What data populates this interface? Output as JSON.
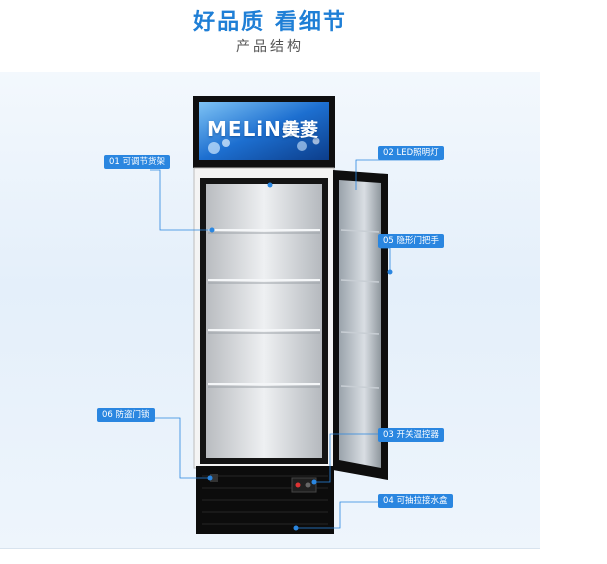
{
  "header": {
    "title": "好品质  看细节",
    "subtitle": "产品结构"
  },
  "brand": {
    "logo_latin": "MELiNG",
    "logo_cn": "美菱"
  },
  "callouts": [
    {
      "id": "shelf",
      "label": "01 可调节货架"
    },
    {
      "id": "led",
      "label": "02 LED照明灯"
    },
    {
      "id": "thermostat",
      "label": "03 开关温控器"
    },
    {
      "id": "drain-box",
      "label": "04 可抽拉接水盒"
    },
    {
      "id": "handle",
      "label": "05 隐形门把手"
    },
    {
      "id": "lock",
      "label": "06 防盗门锁"
    }
  ],
  "colors": {
    "accent": "#2a86e0",
    "title": "#1f7fd6",
    "cabinet": "#111111"
  }
}
